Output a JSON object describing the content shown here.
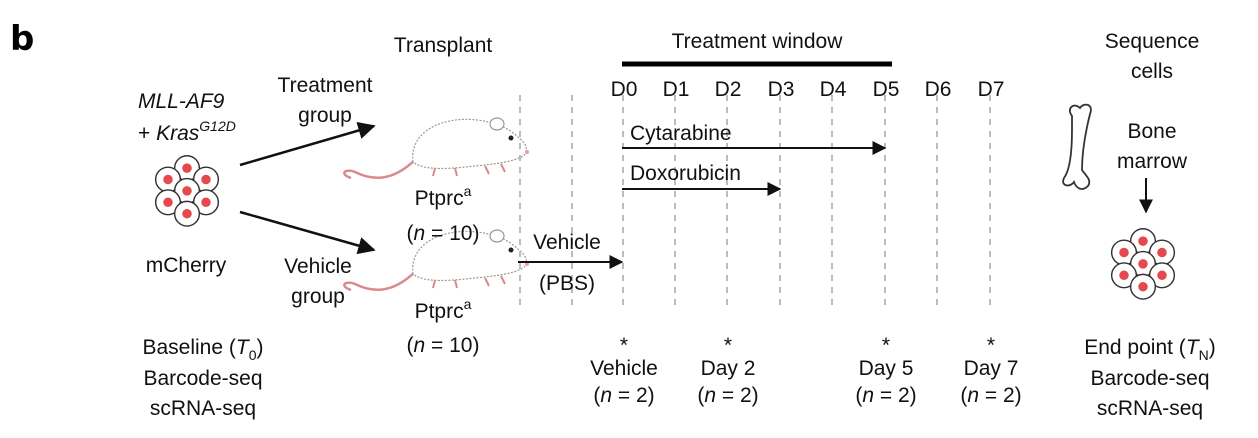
{
  "panel_label": "b",
  "headers": {
    "transplant": "Transplant",
    "treatment_window": "Treatment window",
    "sequence_line1": "Sequence",
    "sequence_line2": "cells"
  },
  "cells": {
    "genotype_line1": "MLL-AF9",
    "genotype_plus": "+ ",
    "genotype_kras": "Kras",
    "genotype_kras_sup": "G12D",
    "reporter": "mCherry"
  },
  "groups": {
    "treatment_line1": "Treatment",
    "treatment_line2": "group",
    "vehicle_line1": "Vehicle",
    "vehicle_line2": "group"
  },
  "mice": {
    "strain": "Ptprc",
    "strain_sup": "a",
    "n_open": "(",
    "n_var": "n",
    "n_text": " = 10)"
  },
  "days": [
    "D0",
    "D1",
    "D2",
    "D3",
    "D4",
    "D5",
    "D6",
    "D7"
  ],
  "drugs": {
    "cytarabine": "Cytarabine",
    "doxorubicin": "Doxorubicin",
    "vehicle": "Vehicle",
    "vehicle_sub": "(PBS)"
  },
  "bone_marrow": {
    "line1": "Bone",
    "line2": "marrow"
  },
  "baseline": {
    "label": "Baseline (",
    "var": "T",
    "sub": "0",
    "close": ")",
    "assay1": "Barcode-seq",
    "assay2": "scRNA-seq"
  },
  "endpoint": {
    "label": "End point (",
    "var": "T",
    "sub": "N",
    "close": ")",
    "assay1": "Barcode-seq",
    "assay2": "scRNA-seq"
  },
  "sample_marker": "*",
  "samples": [
    {
      "label": "Vehicle",
      "n_var": "n",
      "n_text": " = 2)"
    },
    {
      "label": "Day 2",
      "n_var": "n",
      "n_text": " = 2)"
    },
    {
      "label": "Day 5",
      "n_var": "n",
      "n_text": " = 2)"
    },
    {
      "label": "Day 7",
      "n_var": "n",
      "n_text": " = 2)"
    }
  ],
  "colors": {
    "cell_nucleus": "#e5484d",
    "cell_outline": "#333333",
    "mouse_tail": "#d98a8a",
    "dashed_line": "#bbbbbb"
  }
}
